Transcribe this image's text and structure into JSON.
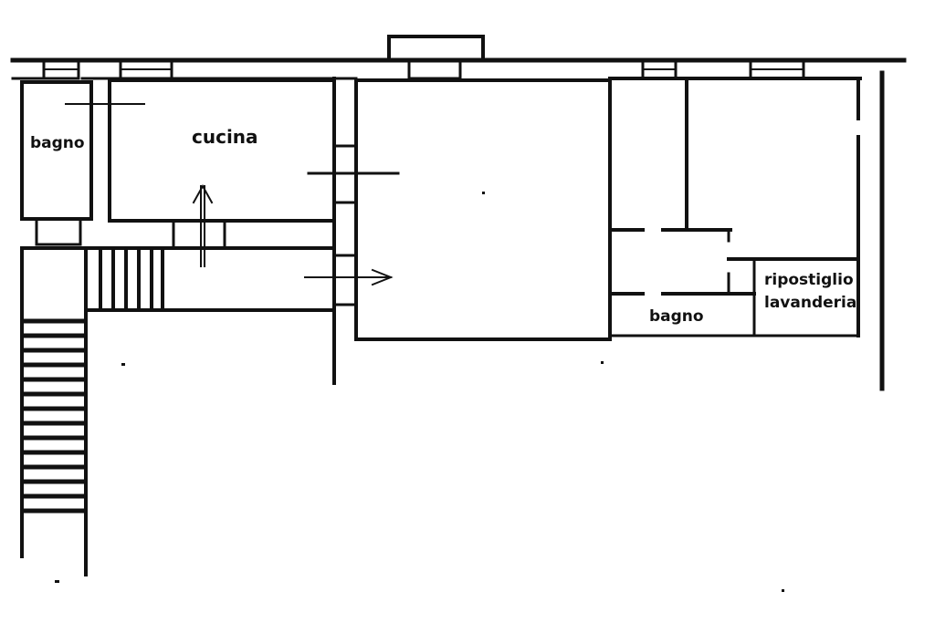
{
  "plan": {
    "rooms": {
      "bagno_left": "bagno",
      "cucina": "cucina",
      "bagno_right": "bagno",
      "ripostiglio": "ripostiglio",
      "lavanderia": "lavanderia"
    },
    "colors": {
      "ink": "#111111",
      "paper": "#ffffff"
    }
  }
}
